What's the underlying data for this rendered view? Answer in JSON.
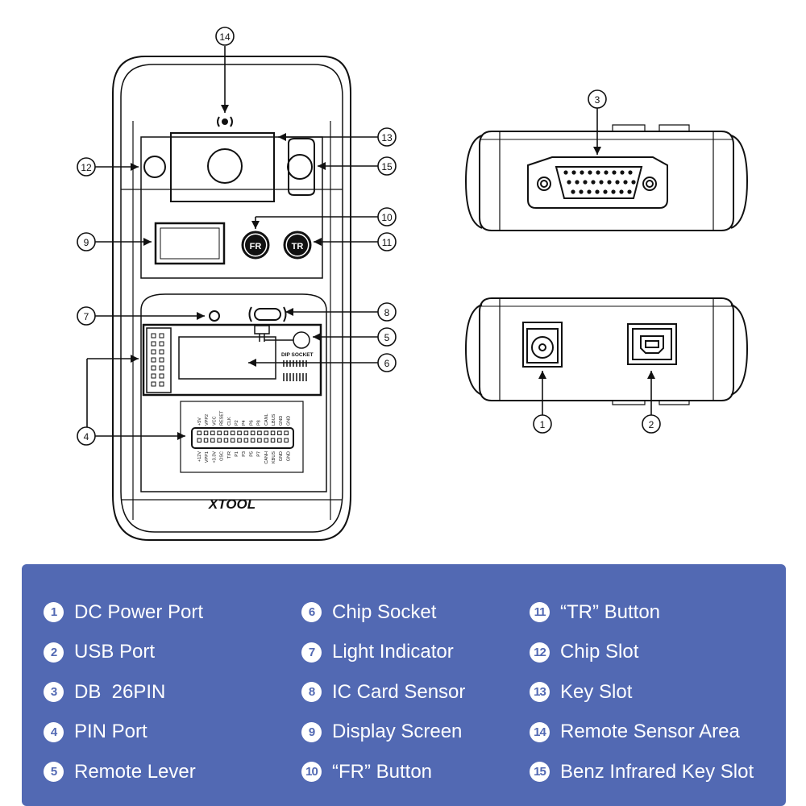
{
  "brand": "XTOOL",
  "socket_label": "DIP SOCKET",
  "button_fr": "FR",
  "button_tr": "TR",
  "pin_top_labels": [
    "+5V",
    "VPP2",
    "VCC",
    "RESET",
    "CLK",
    "P2",
    "P4",
    "P6",
    "P8",
    "CANL",
    "LBUS",
    "GND",
    "GND"
  ],
  "pin_bottom_labels": [
    "+12V",
    "VPP1",
    "+3.3V",
    "OSC",
    "T/R",
    "P1",
    "P3",
    "P5",
    "P7",
    "CANH",
    "KBUS",
    "GND",
    "GND"
  ],
  "callouts": [
    "1",
    "2",
    "3",
    "4",
    "5",
    "6",
    "7",
    "8",
    "9",
    "10",
    "11",
    "12",
    "13",
    "14",
    "15"
  ],
  "legend": {
    "columns": [
      [
        {
          "num": "1",
          "label": "DC Power Port"
        },
        {
          "num": "2",
          "label": "USB Port"
        },
        {
          "num": "3",
          "label": "DB  26PIN"
        },
        {
          "num": "4",
          "label": "PIN Port"
        },
        {
          "num": "5",
          "label": "Remote Lever"
        }
      ],
      [
        {
          "num": "6",
          "label": "Chip Socket"
        },
        {
          "num": "7",
          "label": "Light Indicator"
        },
        {
          "num": "8",
          "label": "IC Card Sensor"
        },
        {
          "num": "9",
          "label": "Display Screen"
        },
        {
          "num": "10",
          "label": "“FR” Button"
        }
      ],
      [
        {
          "num": "11",
          "label": "“TR” Button"
        },
        {
          "num": "12",
          "label": "Chip Slot"
        },
        {
          "num": "13",
          "label": "Key Slot"
        },
        {
          "num": "14",
          "label": "Remote Sensor Area"
        },
        {
          "num": "15",
          "label": "Benz Infrared Key Slot"
        }
      ]
    ]
  }
}
